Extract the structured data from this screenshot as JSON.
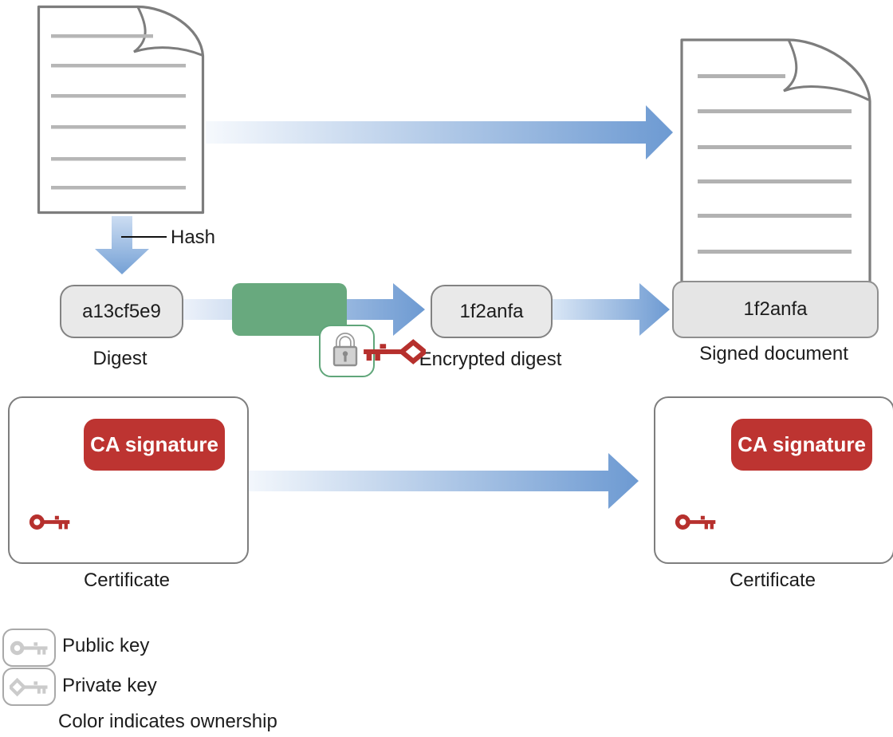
{
  "flow": {
    "hash_label": "Hash",
    "digest": {
      "value": "a13cf5e9",
      "label": "Digest"
    },
    "encrypted_digest": {
      "value": "1f2anfa",
      "label": "Encrypted digest"
    },
    "signed_document": {
      "value": "1f2anfa",
      "label": "Signed document"
    }
  },
  "certificates": {
    "left": {
      "badge": "CA signature",
      "label": "Certificate"
    },
    "right": {
      "badge": "CA signature",
      "label": "Certificate"
    }
  },
  "legend": {
    "public_key": "Public key",
    "private_key": "Private key",
    "note": "Color indicates ownership"
  },
  "palette": {
    "arrow_blue": "#6d9ad2",
    "arrow_light": "#f4f8fd",
    "encrypt_green": "#68a97e",
    "signature_red": "#bd3431",
    "key_red": "#b6302d",
    "box_fill": "#e9e9e9",
    "box_border": "#828282",
    "document_border": "#7d7d7d",
    "document_line": "#b6b6b6"
  }
}
